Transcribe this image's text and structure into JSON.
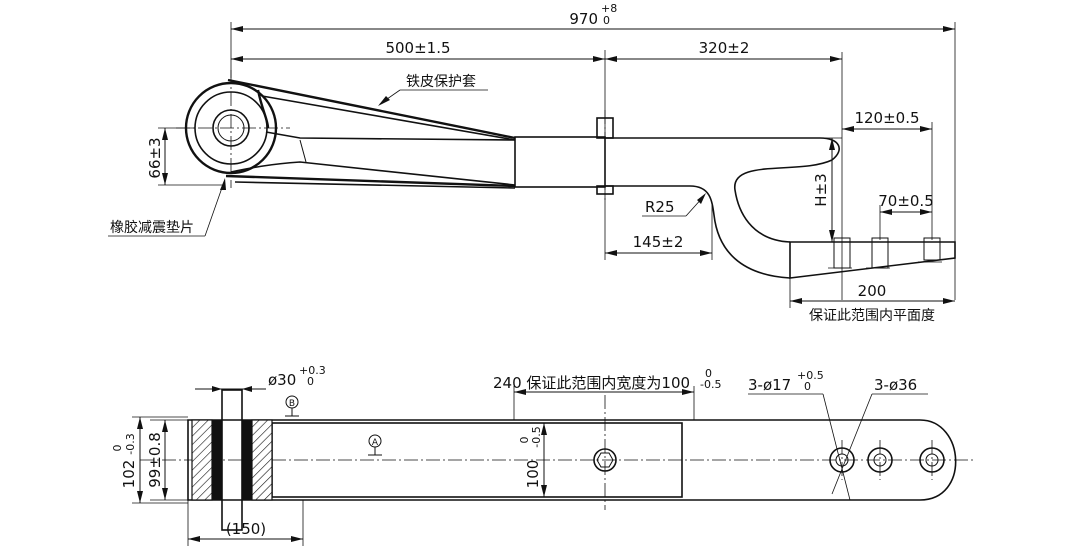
{
  "top_view": {
    "overall_length": {
      "value": "970",
      "tol_upper": "+8",
      "tol_lower": "0"
    },
    "front_segment": "500±1.5",
    "rear_segment": "320±2",
    "cover_label": "铁皮保护套",
    "rubber_label": "橡胶减震垫片",
    "eye_height": "66±3",
    "bend_radius": "R25",
    "drop_length": "145±2",
    "height_dim": "H±3",
    "hole_spacing_1": "120±0.5",
    "hole_spacing_2": "70±0.5",
    "flat_length": "200",
    "flat_note": "保证此范围内平面度"
  },
  "bottom_view": {
    "bush_diameter": {
      "value": "ø30",
      "tol_upper": "+0.3",
      "tol_lower": "0"
    },
    "width_note": {
      "value": "240 保证此范围内宽度为100",
      "tol_upper": "0",
      "tol_lower": "-0.5"
    },
    "holes_small": {
      "value": "3-ø17",
      "tol_upper": "+0.5",
      "tol_lower": "0"
    },
    "holes_large": "3-ø36",
    "outer_width": {
      "value": "102",
      "tol_upper": "0",
      "tol_lower": "-0.3"
    },
    "inner_width": "99±0.8",
    "center_width": {
      "value": "100",
      "tol_upper": "0",
      "tol_lower": "-0.5"
    },
    "bush_length": "(150)",
    "datum_a": "A",
    "datum_b": "B"
  }
}
